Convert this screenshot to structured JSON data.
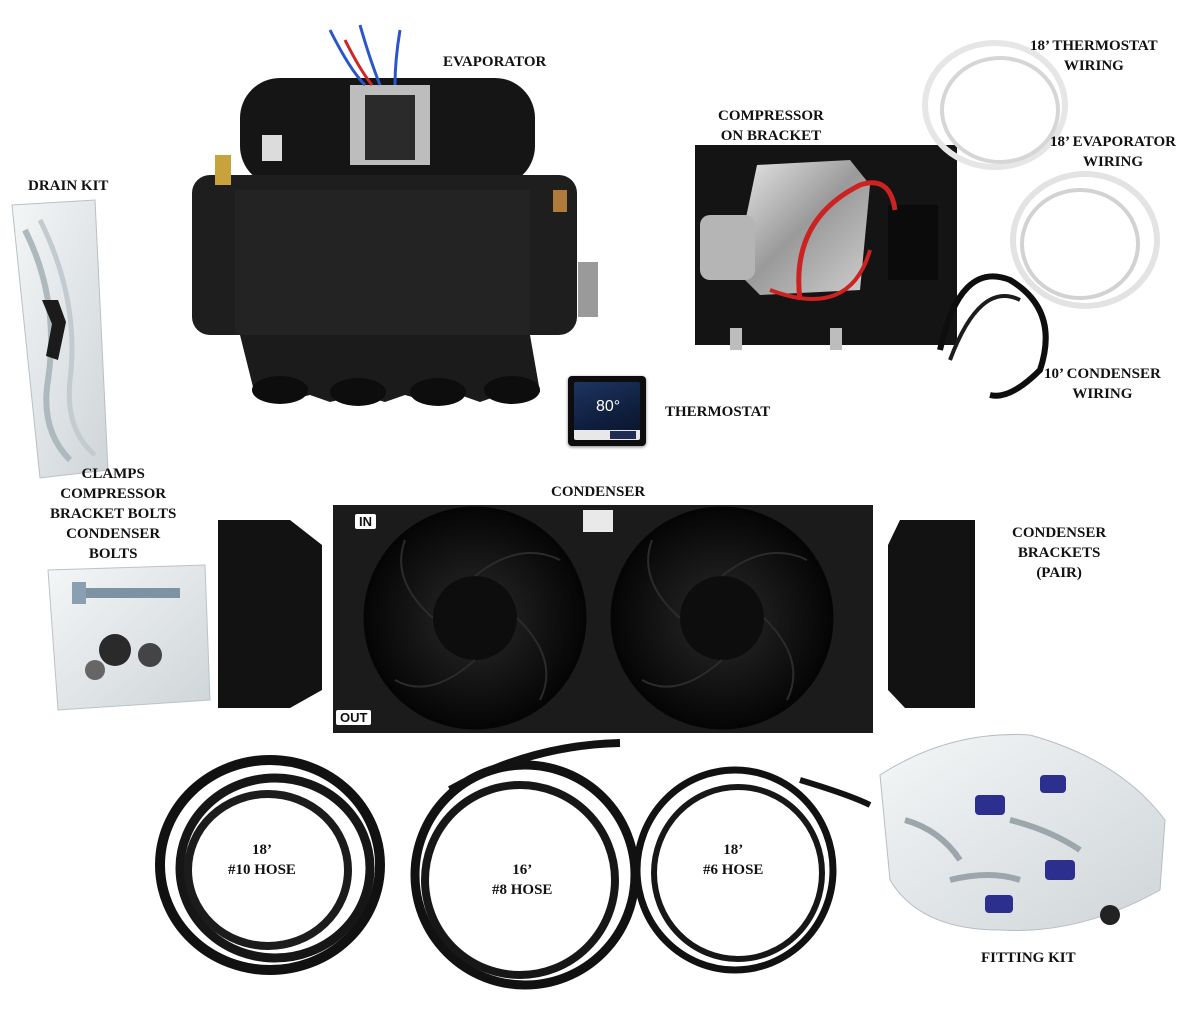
{
  "labels": {
    "evaporator": "EVAPORATOR",
    "drain_kit": "DRAIN KIT",
    "compressor": [
      "COMPRESSOR",
      "ON BRACKET"
    ],
    "thermostat_wiring": [
      "18’ THERMOSTAT",
      "WIRING"
    ],
    "evaporator_wiring": [
      "18’ EVAPORATOR",
      "WIRING"
    ],
    "condenser_wiring": [
      "10’ CONDENSER",
      "WIRING"
    ],
    "thermostat": "THERMOSTAT",
    "clamps": [
      "CLAMPS",
      "COMPRESSOR",
      "BRACKET BOLTS",
      "CONDENSER",
      "BOLTS"
    ],
    "condenser": "CONDENSER",
    "condenser_brackets": [
      "CONDENSER",
      "BRACKETS",
      "(PAIR)"
    ],
    "hose_10": [
      "18’",
      "#10 HOSE"
    ],
    "hose_8": [
      "16’",
      "#8 HOSE"
    ],
    "hose_6": [
      "18’",
      "#6 HOSE"
    ],
    "fitting_kit": "FITTING KIT"
  },
  "thermostat_display": {
    "temperature": "80°"
  },
  "condenser_ports": {
    "inlet": "IN",
    "outlet": "OUT"
  },
  "colors": {
    "background": "#ffffff",
    "equipment_black": "#1a1a1a",
    "hose_black": "#111111",
    "wiring_white": "#e6e6e6",
    "wire_red": "#cc2222"
  }
}
